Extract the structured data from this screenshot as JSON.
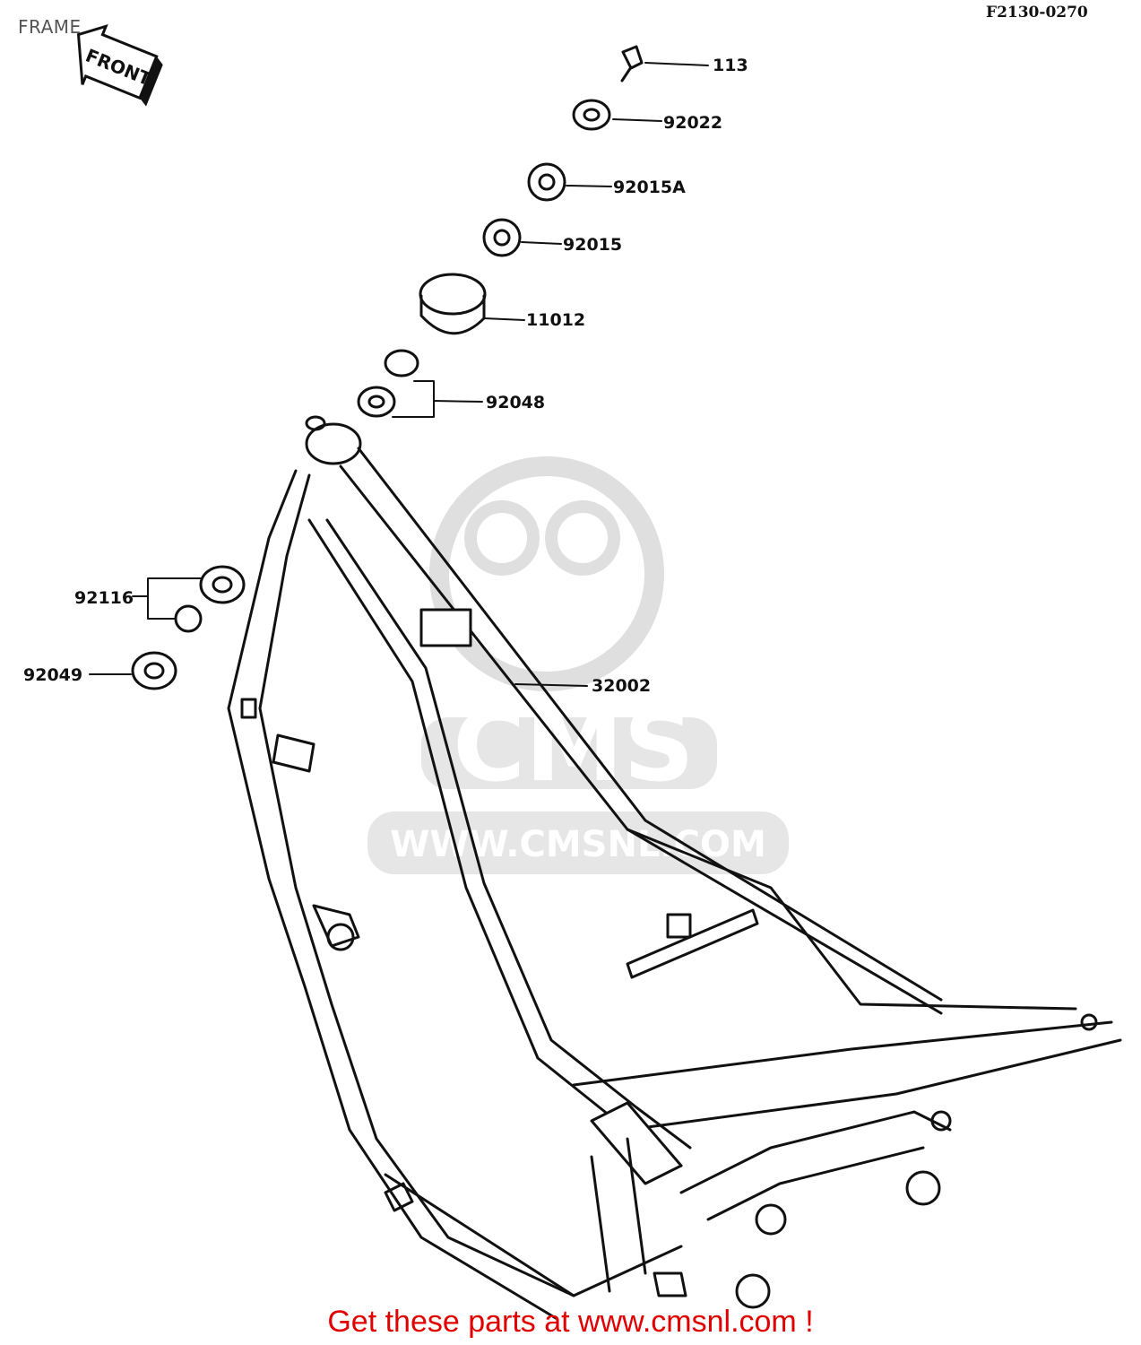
{
  "page": {
    "title": "FRAME",
    "diagram_code": "F2130-0270",
    "footer": "Get these parts at www.cmsnl.com !"
  },
  "front_tag": {
    "label": "FRONT"
  },
  "watermark": {
    "brand": "CMS",
    "url": "WWW.CMSNL.COM"
  },
  "parts": [
    {
      "id": "113"
    },
    {
      "id": "92022"
    },
    {
      "id": "92015A"
    },
    {
      "id": "92015"
    },
    {
      "id": "11012"
    },
    {
      "id": "92048"
    },
    {
      "id": "92116"
    },
    {
      "id": "92049"
    },
    {
      "id": "32002"
    }
  ],
  "colors": {
    "line": "#111111",
    "footer": "#e00000",
    "watermark": "#d9d9d9"
  }
}
